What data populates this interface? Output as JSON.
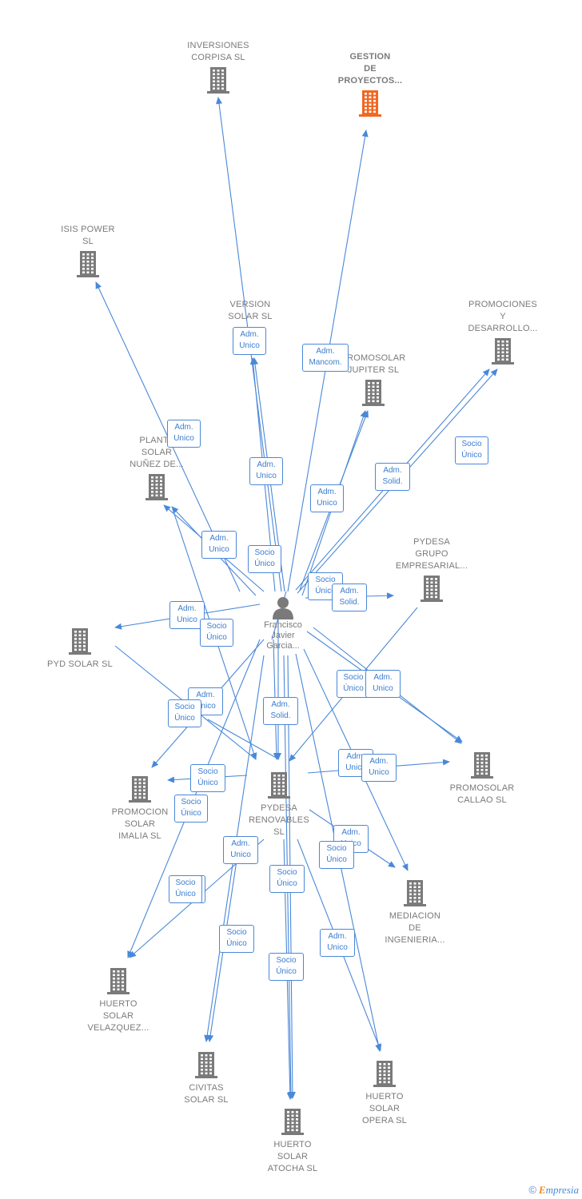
{
  "colors": {
    "edge": "#4a88d8",
    "node": "#7a7a7a",
    "highlight": "#f26722",
    "badge_text": "#3b7dd0"
  },
  "center": {
    "label": "Francisco\nJavier\nGarcia..."
  },
  "nodes": [
    {
      "id": "corpisa",
      "label": "INVERSIONES\nCORPISA  SL",
      "icon": "building-icon"
    },
    {
      "id": "gestion",
      "label": "GESTION\nDE\nPROYECTOS...",
      "icon": "building-icon",
      "highlight": true
    },
    {
      "id": "isis",
      "label": "ISIS POWER\nSL",
      "icon": "building-icon"
    },
    {
      "id": "version",
      "label": "VERSION\nSOLAR  SL",
      "icon": "building-icon"
    },
    {
      "id": "promociones",
      "label": "PROMOCIONES\nY\nDESARROLLO...",
      "icon": "building-icon"
    },
    {
      "id": "jupiter",
      "label": "PROMOSOLAR\nJUPITER  SL",
      "icon": "building-icon"
    },
    {
      "id": "nunez",
      "label": "PLANTA\nSOLAR\nNUÑEZ DE...",
      "icon": "building-icon"
    },
    {
      "id": "grupo",
      "label": "PYDESA\nGRUPO\nEMPRESARIAL...",
      "icon": "building-icon"
    },
    {
      "id": "pydsolar",
      "label": "PYD SOLAR  SL",
      "icon": "building-icon"
    },
    {
      "id": "renovables",
      "label": "PYDESA\nRENOVABLES\nSL",
      "icon": "building-icon"
    },
    {
      "id": "callao",
      "label": "PROMOSOLAR\nCALLAO  SL",
      "icon": "building-icon"
    },
    {
      "id": "imalia",
      "label": "PROMOCION\nSOLAR\nIMALIA  SL",
      "icon": "building-icon"
    },
    {
      "id": "mediacion",
      "label": "MEDIACION\nDE\nINGENIERIA...",
      "icon": "building-icon"
    },
    {
      "id": "velazquez",
      "label": "HUERTO\nSOLAR\nVELAZQUEZ...",
      "icon": "building-icon"
    },
    {
      "id": "civitas",
      "label": "CIVITAS\nSOLAR  SL",
      "icon": "building-icon"
    },
    {
      "id": "opera",
      "label": "HUERTO\nSOLAR\nOPERA  SL",
      "icon": "building-icon"
    },
    {
      "id": "atocha",
      "label": "HUERTO\nSOLAR\nATOCHA  SL",
      "icon": "building-icon"
    }
  ],
  "badges": [
    {
      "id": "b1",
      "text": "Adm.\nUnico"
    },
    {
      "id": "b2",
      "text": "Adm.\nMancom."
    },
    {
      "id": "b3",
      "text": "Adm.\nUnico"
    },
    {
      "id": "b4",
      "text": "Adm.\nUnico"
    },
    {
      "id": "b5",
      "text": "Adm.\nUnico"
    },
    {
      "id": "b6",
      "text": "Adm.\nSolid."
    },
    {
      "id": "b7",
      "text": "Socio\nÚnico"
    },
    {
      "id": "b8",
      "text": "Adm.\nUnico"
    },
    {
      "id": "b9",
      "text": "Socio\nÚnico"
    },
    {
      "id": "b10",
      "text": "Socio\nÚnico"
    },
    {
      "id": "b11",
      "text": "Adm.\nSolid."
    },
    {
      "id": "b12",
      "text": "Adm.\nUnico"
    },
    {
      "id": "b13",
      "text": "Socio\nÚnico"
    },
    {
      "id": "b14",
      "text": "Socio\nÚnico"
    },
    {
      "id": "b15",
      "text": "Adm.\nUnico"
    },
    {
      "id": "b16",
      "text": "Adm.\nUnico"
    },
    {
      "id": "b17",
      "text": "Socio\nÚnico"
    },
    {
      "id": "b18",
      "text": "Adm.\nSolid."
    },
    {
      "id": "b19",
      "text": "Socio\nÚnico"
    },
    {
      "id": "b20",
      "text": "Adm.\nUnico"
    },
    {
      "id": "b21",
      "text": "Adm.\nUnico"
    },
    {
      "id": "b22",
      "text": "Socio\nÚnico"
    },
    {
      "id": "b23",
      "text": "Adm.\nUnico"
    },
    {
      "id": "b24",
      "text": "Socio\nÚnico"
    },
    {
      "id": "b25",
      "text": "Adm.\nUnico"
    },
    {
      "id": "b26",
      "text": "Socio\nÚnico"
    },
    {
      "id": "b27",
      "text": "Adm.\nUnico"
    },
    {
      "id": "b28",
      "text": "Socio\nÚnico"
    },
    {
      "id": "b29",
      "text": "Adm.\nUnico"
    },
    {
      "id": "b30",
      "text": "Socio\nÚnico"
    },
    {
      "id": "b31",
      "text": "Socio\nÚnico"
    }
  ],
  "footer": {
    "copyright": "©",
    "brand_initial": "E",
    "brand_rest": "mpresia"
  }
}
